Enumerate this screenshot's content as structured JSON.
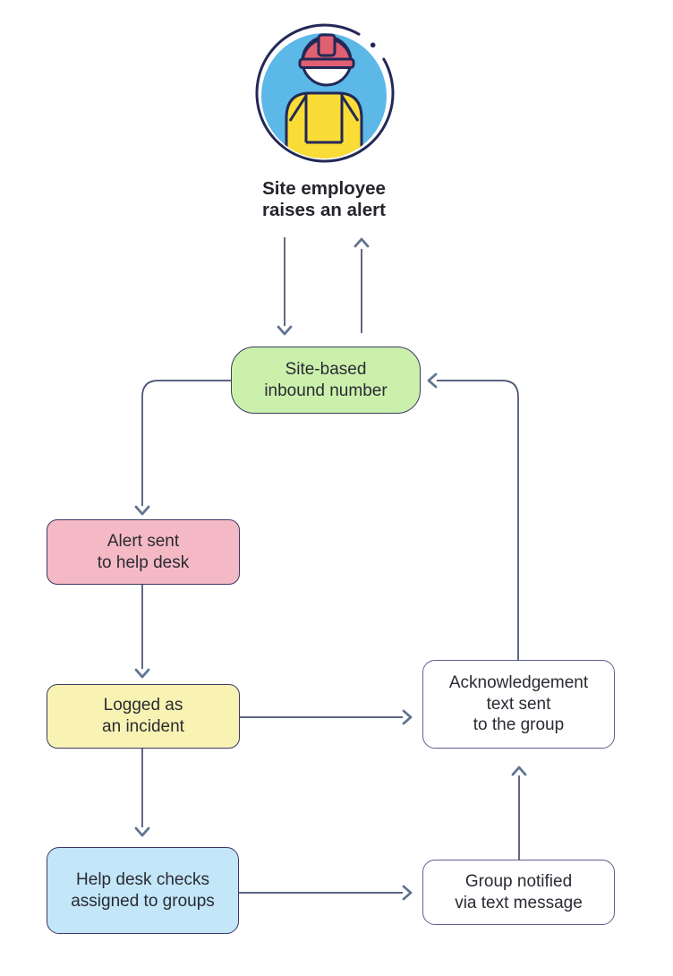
{
  "colors": {
    "background": "#ffffff",
    "line": "#454e73",
    "arrowhead": "#5f7490",
    "node_border": "#3c3a63",
    "white_node_border": "#5f5f8f",
    "text": "#2a2b33",
    "green_fill": "#cbf0ac",
    "pink_fill": "#f5b9c6",
    "yellow_fill": "#f8f3b3",
    "blue_fill": "#c3e6f9",
    "white_fill": "#ffffff",
    "icon_navy": "#232857",
    "icon_blue": "#5cb8e7",
    "icon_red": "#e06072",
    "icon_yellow": "#f9dc35",
    "icon_face": "#ffffff"
  },
  "actor": {
    "icon": "construction-worker-icon",
    "caption": "Site employee\nraises an alert"
  },
  "nodes": {
    "inbound_number": {
      "label": "Site-based\ninbound number"
    },
    "alert_sent": {
      "label": "Alert sent\nto help desk"
    },
    "logged_incident": {
      "label": "Logged as\nan incident"
    },
    "helpdesk_checks": {
      "label": "Help desk checks\nassigned to groups"
    },
    "acknowledgement": {
      "label": "Acknowledgement\ntext sent\nto the group"
    },
    "group_notified": {
      "label": "Group notified\nvia text message"
    }
  }
}
